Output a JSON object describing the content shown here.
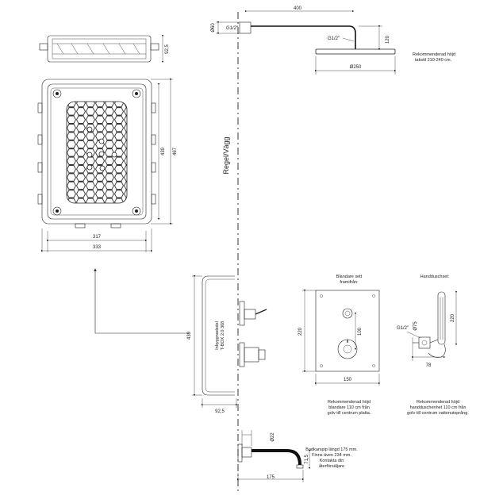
{
  "wall_label": "Regel/Vägg",
  "box_top": {
    "depth_label": "92,5"
  },
  "box_front": {
    "height_inner": "439",
    "height_outer": "467",
    "width_inner": "317",
    "width_outer": "333"
  },
  "side_view": {
    "height": "439",
    "depth": "92,5",
    "box_text_line1": "Inbyggnadsdel",
    "box_text_line2": "T-BOX 2.0 368"
  },
  "shower_head": {
    "arm_length": "400",
    "pipe_dia": "Ø60",
    "thread_wall": "G1/2\"",
    "thread_head": "G1/2\"",
    "drop": "120",
    "head_dia": "Ø250",
    "note_line1": "Rekommenderad höjd",
    "note_line2": "takstil 210-240 cm."
  },
  "mixer": {
    "title_line1": "Blandare sett",
    "title_line2": "framifrån:",
    "height": "220",
    "spacing": "100",
    "width": "150",
    "note_line1": "Rekommenderad höjd",
    "note_line2": "blandare 110 cm från",
    "note_line3": "golv till centrum platta."
  },
  "hand_shower": {
    "title": "Handduschset:",
    "height": "220",
    "dia": "Ø75",
    "thread": "G1/2\"",
    "depth": "78",
    "note_line1": "Rekommenderad höjd",
    "note_line2": "handduschenhet 110 cm från",
    "note_line3": "golv till centrum vattenutsprång."
  },
  "spout": {
    "dia": "Ø22",
    "height": "71,5",
    "length": "175",
    "note_line1": "Badkarspip längd 175 mm.",
    "note_line2": "Finns även 234 mm.",
    "note_line3": "Kontakta din",
    "note_line4": "återförsäljare"
  }
}
